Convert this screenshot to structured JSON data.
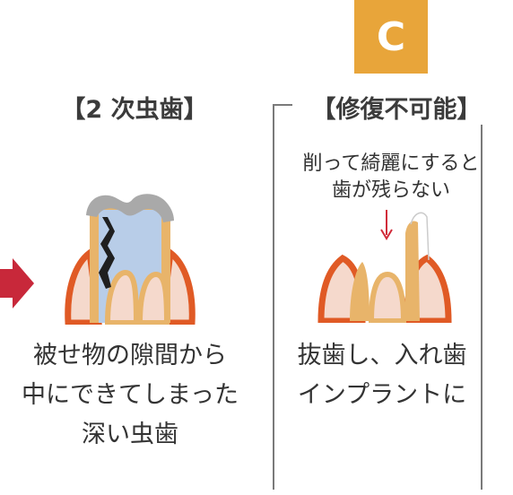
{
  "badge": {
    "letter": "C"
  },
  "left_panel": {
    "heading": "【2 次虫歯】",
    "caption": [
      "被せ物の隙間から",
      "中にできてしまった",
      "深い虫歯"
    ]
  },
  "right_panel": {
    "heading": "【修復不可能】",
    "note": [
      "削って綺麗にすると",
      "歯が残らない"
    ],
    "caption": [
      "抜歯し、入れ歯",
      "インプラントに"
    ]
  },
  "colors": {
    "accent": "#e8a53a",
    "gum": "#e05a25",
    "gum_fill": "#f5d9cc",
    "tooth": "#e8b46a",
    "pulp": "#b8cde8",
    "crown": "#a9a9a9",
    "arrow": "#d12b3a"
  }
}
